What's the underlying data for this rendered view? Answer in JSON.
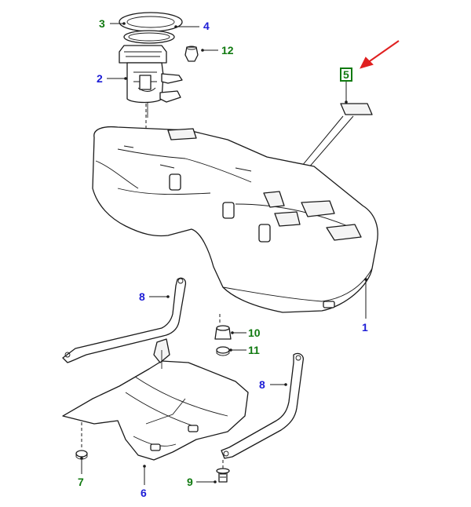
{
  "colors": {
    "callout_blue": "#1c1cd6",
    "callout_green": "#117a11",
    "highlight_box": "#117a11",
    "pointer_arrow": "#e02020",
    "line": "#1a1a1a"
  },
  "callouts": {
    "c1": "1",
    "c2": "2",
    "c3": "3",
    "c4": "4",
    "c5": "5",
    "c6": "6",
    "c7": "7",
    "c8a": "8",
    "c8b": "8",
    "c9": "9",
    "c10": "10",
    "c11": "11",
    "c12": "12"
  }
}
